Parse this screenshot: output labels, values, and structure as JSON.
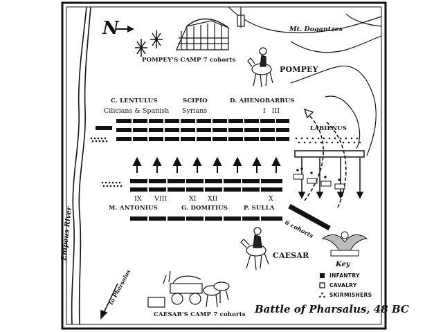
{
  "map": {
    "title": "Battle of Pharsalus, 48 BC",
    "compass": {
      "letter": "N"
    },
    "places": {
      "pompey_camp": "POMPEY'S CAMP 7 cohorts",
      "caesar_camp": "CAESAR'S CAMP 7 cohorts",
      "mountain": "Mt. Dogantzes",
      "river": "Enipeus River",
      "road": "to Pharsalus"
    },
    "commanders": {
      "pompey": "POMPEY",
      "caesar": "CAESAR",
      "labienus": "LABIENUS",
      "six_cohorts": "6 cohorts"
    },
    "pompeian_line": [
      {
        "name": "C. LENTULUS",
        "troops": "Cilicians & Spanish"
      },
      {
        "name": "SCIPIO",
        "troops": "Syrians"
      },
      {
        "name": "D. AHENOBARBUS",
        "troops": "I   III"
      }
    ],
    "caesarian_line": {
      "legions": [
        "IX",
        "VIII",
        "XI",
        "XII",
        "X"
      ],
      "commanders": [
        "M. ANTONIUS",
        "G. DOMITIUS",
        "P. SULLA"
      ]
    },
    "key": {
      "title": "Key",
      "items": [
        {
          "label": "INFANTRY",
          "symbol": "filled-square"
        },
        {
          "label": "CAVALRY",
          "symbol": "hollow-square"
        },
        {
          "label": "SKIRMISHERS",
          "symbol": "dots"
        }
      ]
    },
    "colors": {
      "ink": "#111111",
      "paper": "#ffffff"
    }
  }
}
